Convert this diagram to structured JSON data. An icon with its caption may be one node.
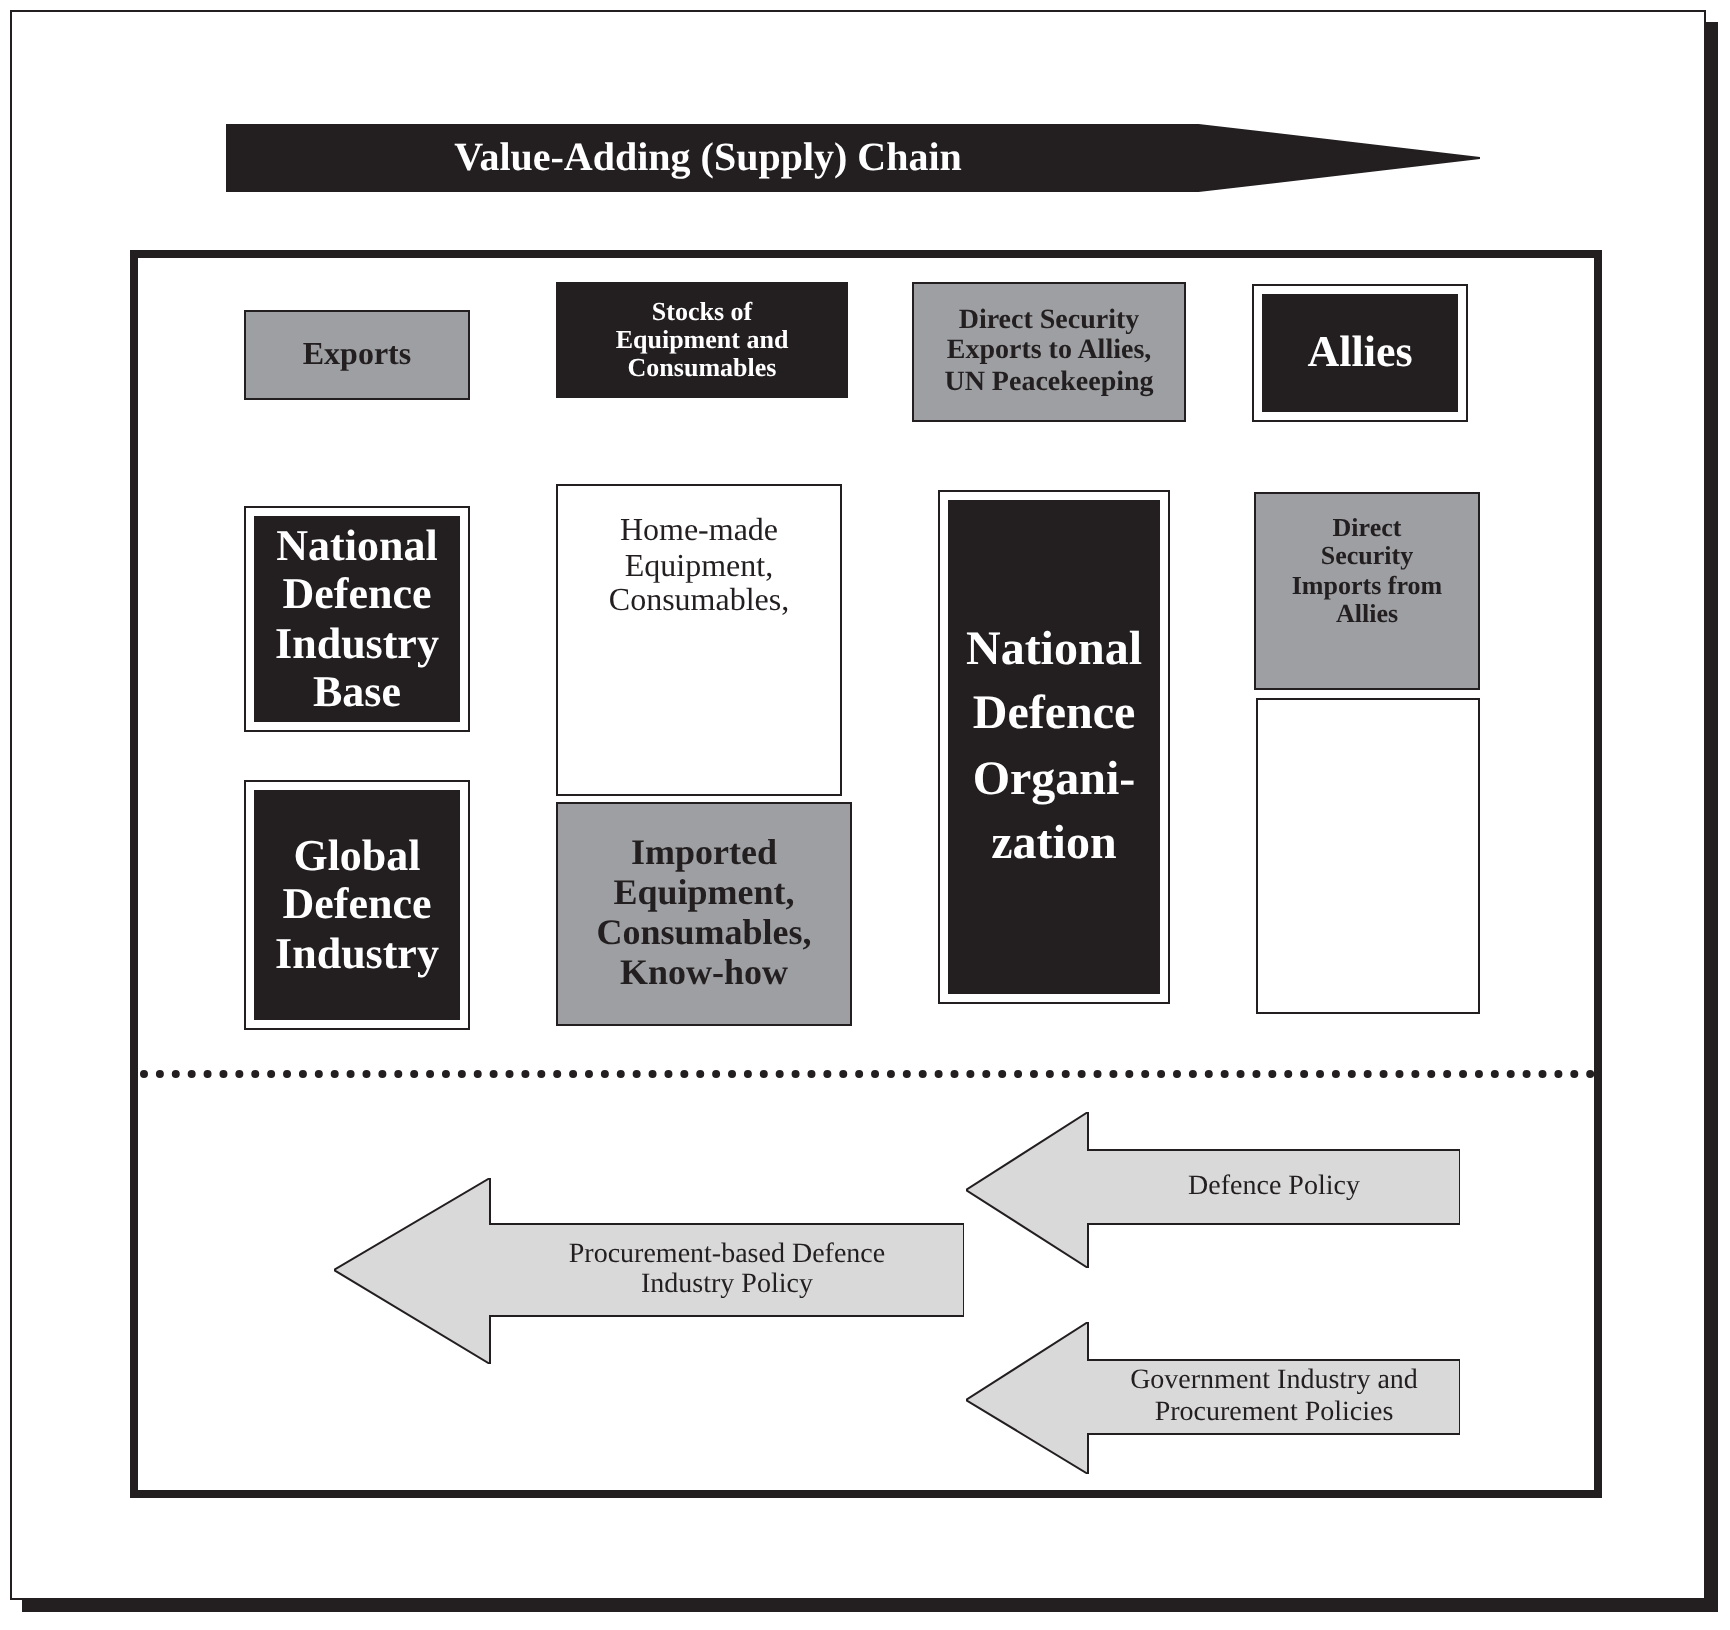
{
  "diagram": {
    "nodes": [
      {
        "text": [
          "Value-Adding (Supply) Chain"
        ]
      },
      {
        "text": [
          "Exports"
        ]
      },
      {
        "text": [
          "Stocks of Equipment and Consumables"
        ]
      },
      {
        "text": [
          "Direct Security Exports to Allies, UN Peacekeeping"
        ]
      },
      {
        "text": [
          "Allies"
        ]
      },
      {
        "text": [
          "National Defence Industry Base"
        ]
      },
      {
        "text": [
          "Home-made Equipment, Consumables,"
        ]
      },
      {
        "text": [
          "National Defence Organi- zation"
        ]
      },
      {
        "text": [
          "Direct Security Imports from Allies"
        ]
      },
      {
        "text": [],
        "shape": "box"
      },
      {
        "text": [
          "Global Defence Industry"
        ]
      },
      {
        "text": [
          "Imported Equipment, Consumables, Know-how"
        ]
      },
      {
        "text": [
          "Defence Policy"
        ]
      },
      {
        "text": [
          "Procurement-based Defence Industry Policy"
        ]
      },
      {
        "text": [
          "Government Industry and Procurement Policies"
        ]
      }
    ]
  }
}
